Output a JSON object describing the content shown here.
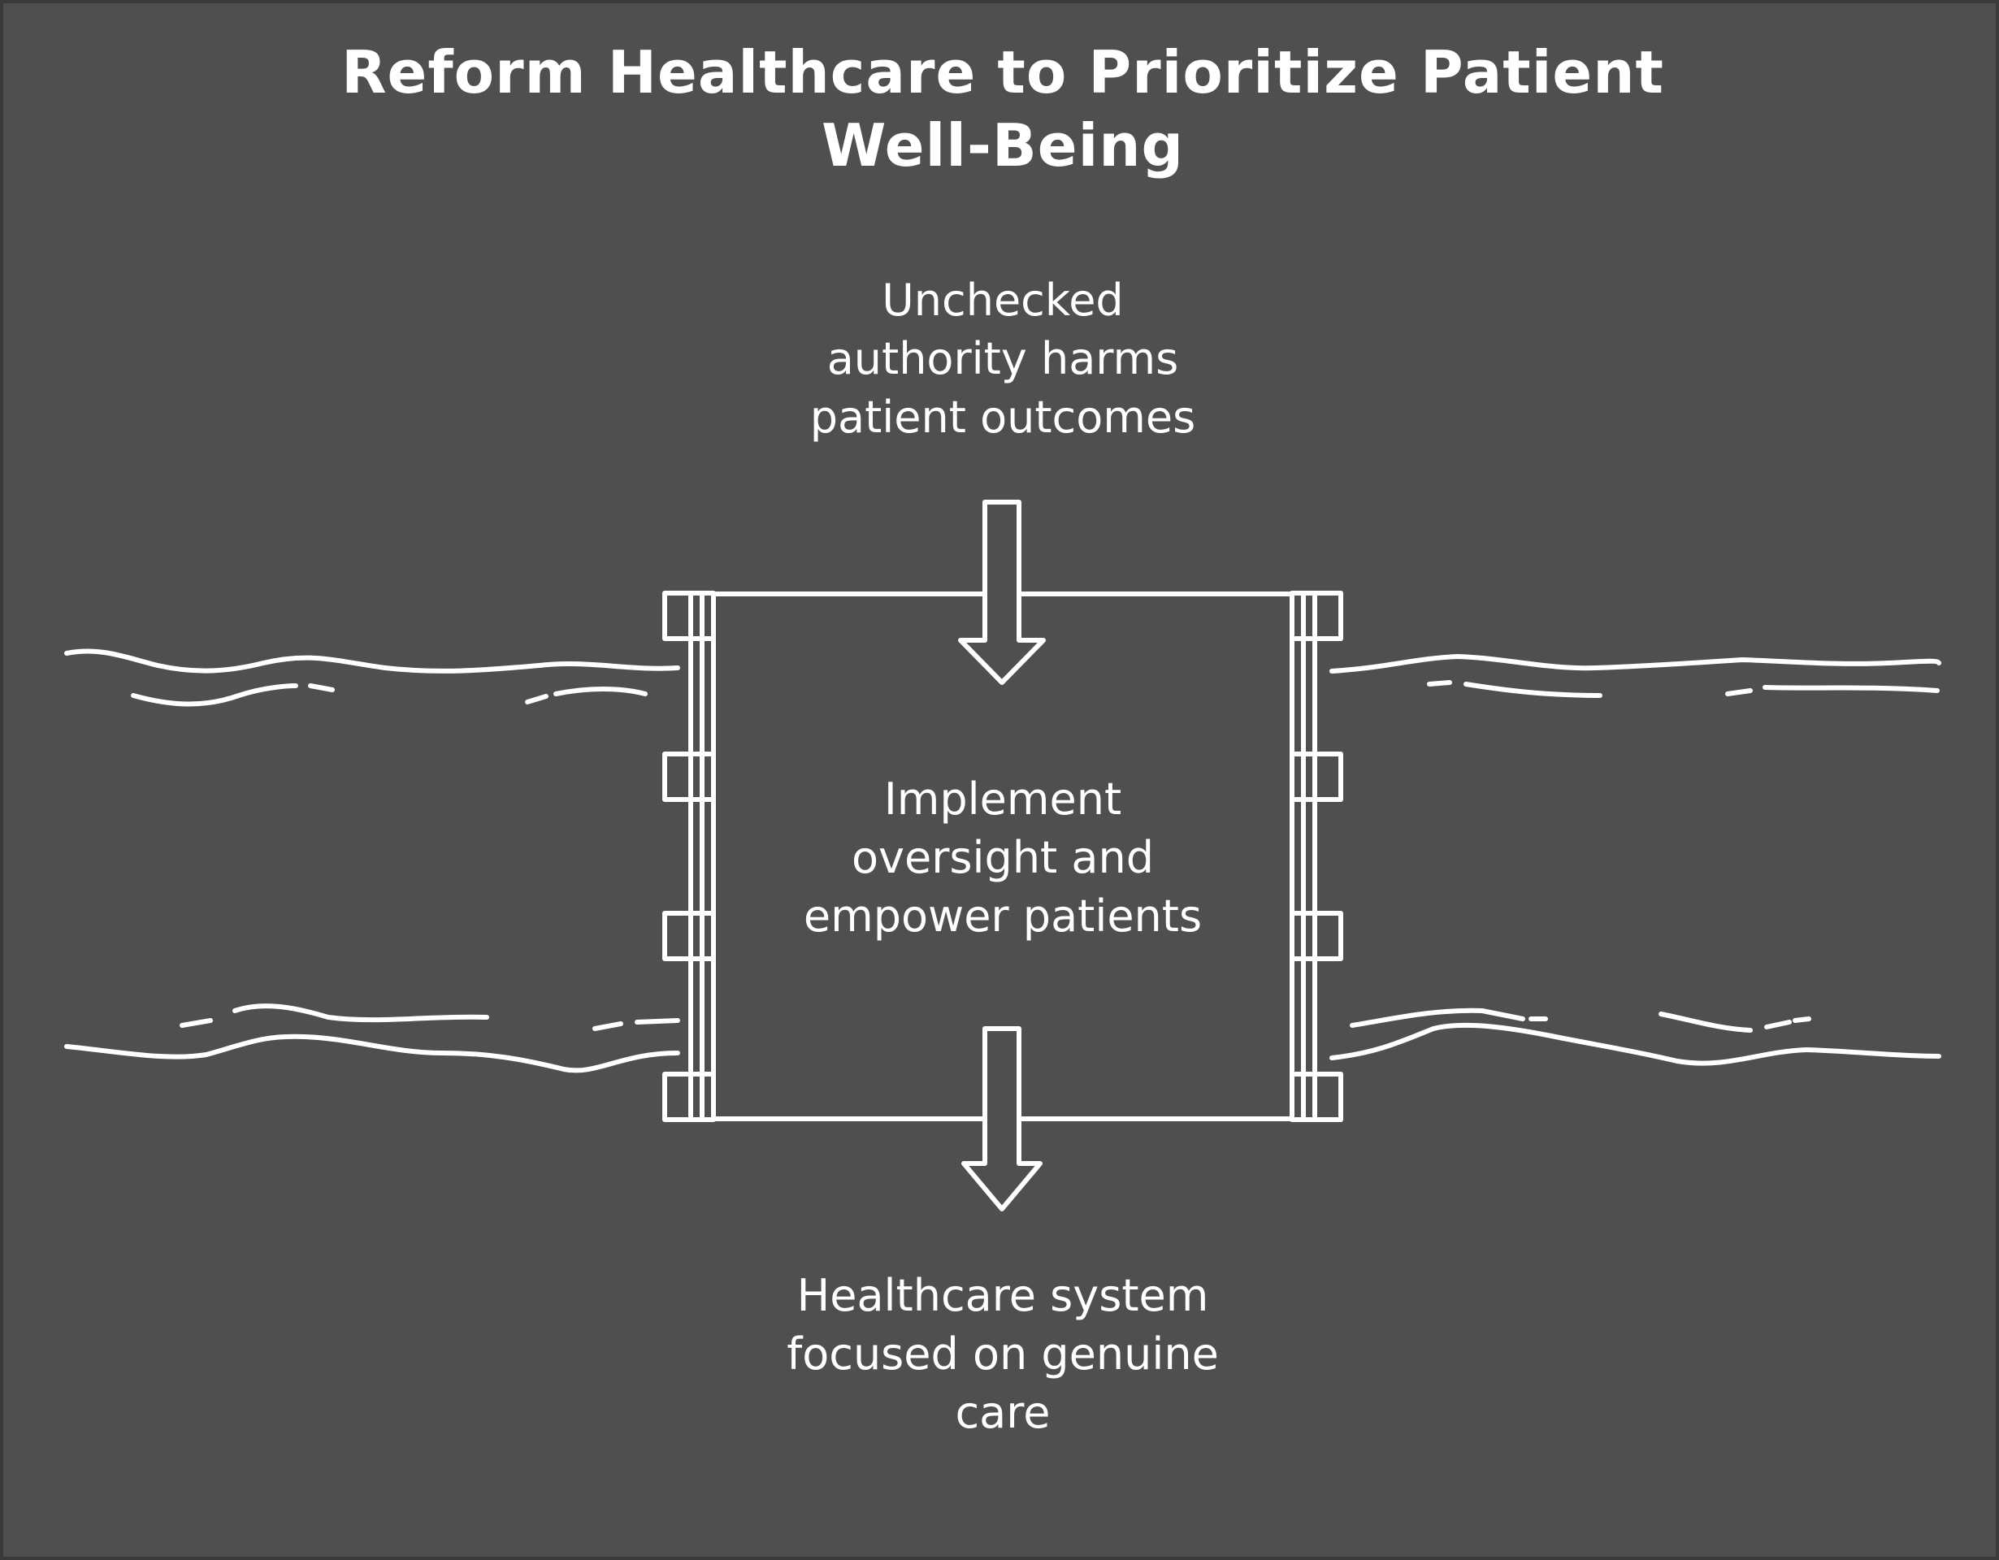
{
  "diagram": {
    "title": "Reform Healthcare to Prioritize Patient Well-Being",
    "problem": "Unchecked\nauthority harms\npatient outcomes",
    "solution": "Implement\noversight and\nempower patients",
    "outcome": "Healthcare system\nfocused on genuine\ncare",
    "colors": {
      "background": "#4f4f4f",
      "stroke": "#ffffff",
      "text": "#ffffff"
    },
    "icons": {
      "gate": "dam-gate-icon",
      "arrow_in": "arrow-down-icon",
      "arrow_out": "arrow-down-icon",
      "river": "river-waves-icon"
    }
  }
}
